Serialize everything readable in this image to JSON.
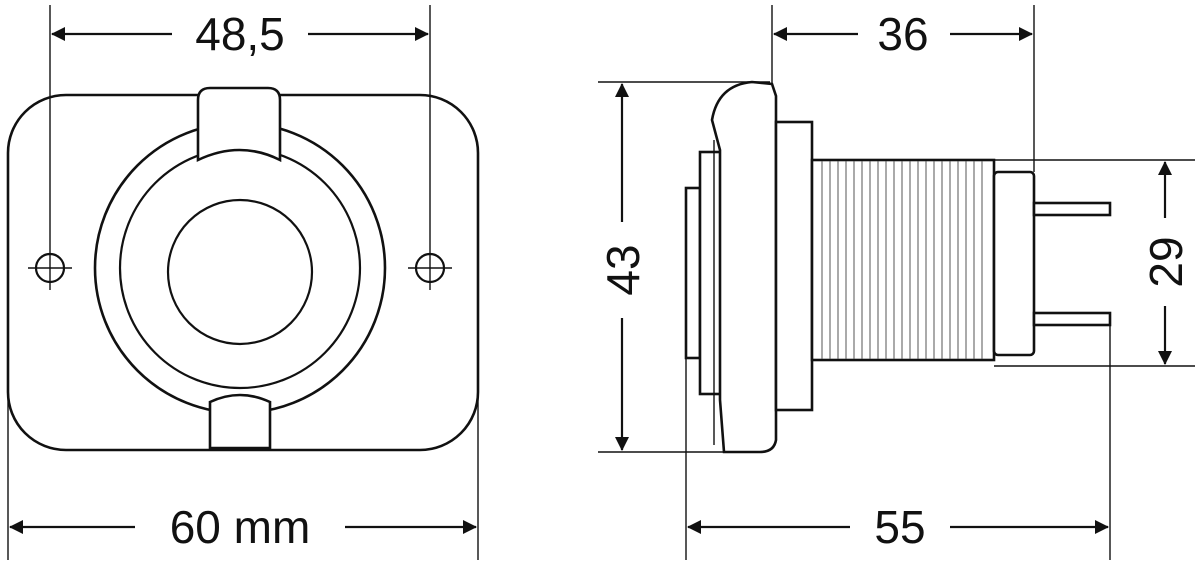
{
  "dimensions": {
    "front_hole_spacing": "48,5",
    "front_width": "60 mm",
    "side_height": "43",
    "side_depth_rear": "36",
    "side_terminal_height": "29",
    "side_total_depth": "55"
  }
}
